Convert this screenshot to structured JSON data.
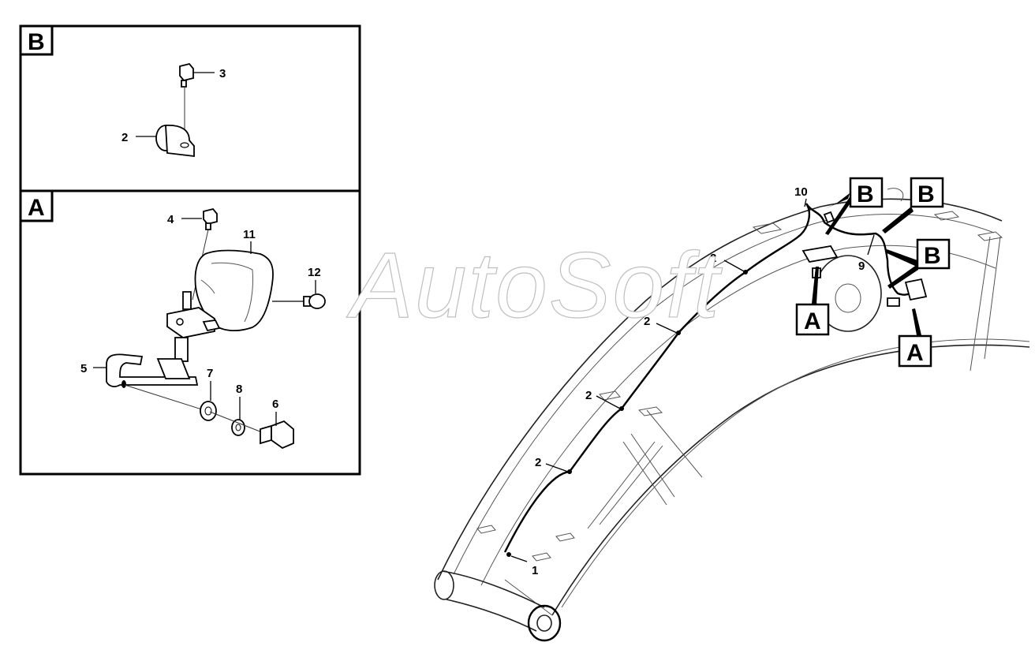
{
  "diagram": {
    "watermark": "AutoSoft",
    "detail_views": [
      {
        "id": "B",
        "label": "B"
      },
      {
        "id": "A",
        "label": "A"
      }
    ],
    "detail_b_callouts": [
      "3",
      "2"
    ],
    "detail_a_callouts": [
      "4",
      "11",
      "12",
      "5",
      "7",
      "8",
      "6"
    ],
    "boom_callouts": [
      "10",
      "2",
      "2",
      "2",
      "2",
      "9",
      "1"
    ],
    "boom_view_refs": [
      "B",
      "B",
      "B",
      "A",
      "A"
    ]
  }
}
